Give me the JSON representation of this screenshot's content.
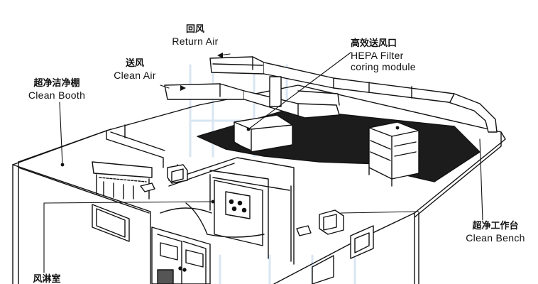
{
  "labels": {
    "return_air": {
      "zh": "回风",
      "en": "Return Air"
    },
    "clean_air": {
      "zh": "送风",
      "en": "Clean Air"
    },
    "clean_booth": {
      "zh": "超净洁净棚",
      "en": "Clean Booth"
    },
    "hepa": {
      "zh": "高效送风口",
      "en_line1": "HEPA Filter",
      "en_line2": "coring module"
    },
    "clean_bench": {
      "zh": "超净工作台",
      "en": "Clean Bench"
    },
    "air_shower": {
      "zh": "风淋室"
    }
  },
  "colors": {
    "line": "#111111",
    "floor_fill": "#1c1c1c",
    "watermark": "#c9dcef"
  }
}
